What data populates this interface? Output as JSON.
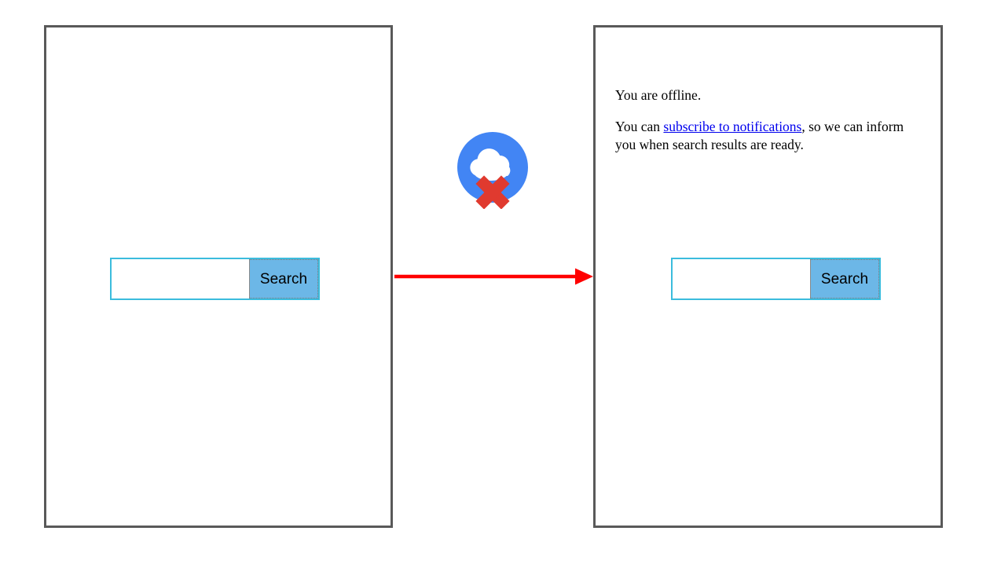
{
  "figure": {
    "type": "before-after-flow",
    "arrow_color": "#ff0000",
    "panel_border_color": "#595959",
    "background": "#ffffff"
  },
  "panels": [
    {
      "id": "before",
      "name": "search-screen-online",
      "message": null,
      "search": {
        "input_value": "",
        "input_placeholder": "",
        "button_label": "Search"
      }
    },
    {
      "id": "after",
      "name": "search-screen-offline",
      "message": {
        "line1": "You are offline.",
        "line2_prefix": "You can ",
        "link_text": "subscribe to notifications",
        "line2_suffix": ", so we can inform you when search results are ready.",
        "link_color": "#0000ee",
        "text_color": "#000000"
      },
      "search": {
        "input_value": "",
        "input_placeholder": "",
        "button_label": "Search"
      }
    }
  ],
  "badge": {
    "name": "offline-cloud-badge",
    "circle_color": "#4285f4",
    "cloud_color": "#ffffff",
    "cross_color": "#e03a2f",
    "meaning": "offline"
  },
  "arrow": {
    "name": "transition-arrow",
    "direction": "right",
    "color": "#ff0000"
  },
  "theme": {
    "search_button_bg": "#6cb7e7",
    "search_border": "#3bbcdd",
    "panel_border": "#595959"
  }
}
